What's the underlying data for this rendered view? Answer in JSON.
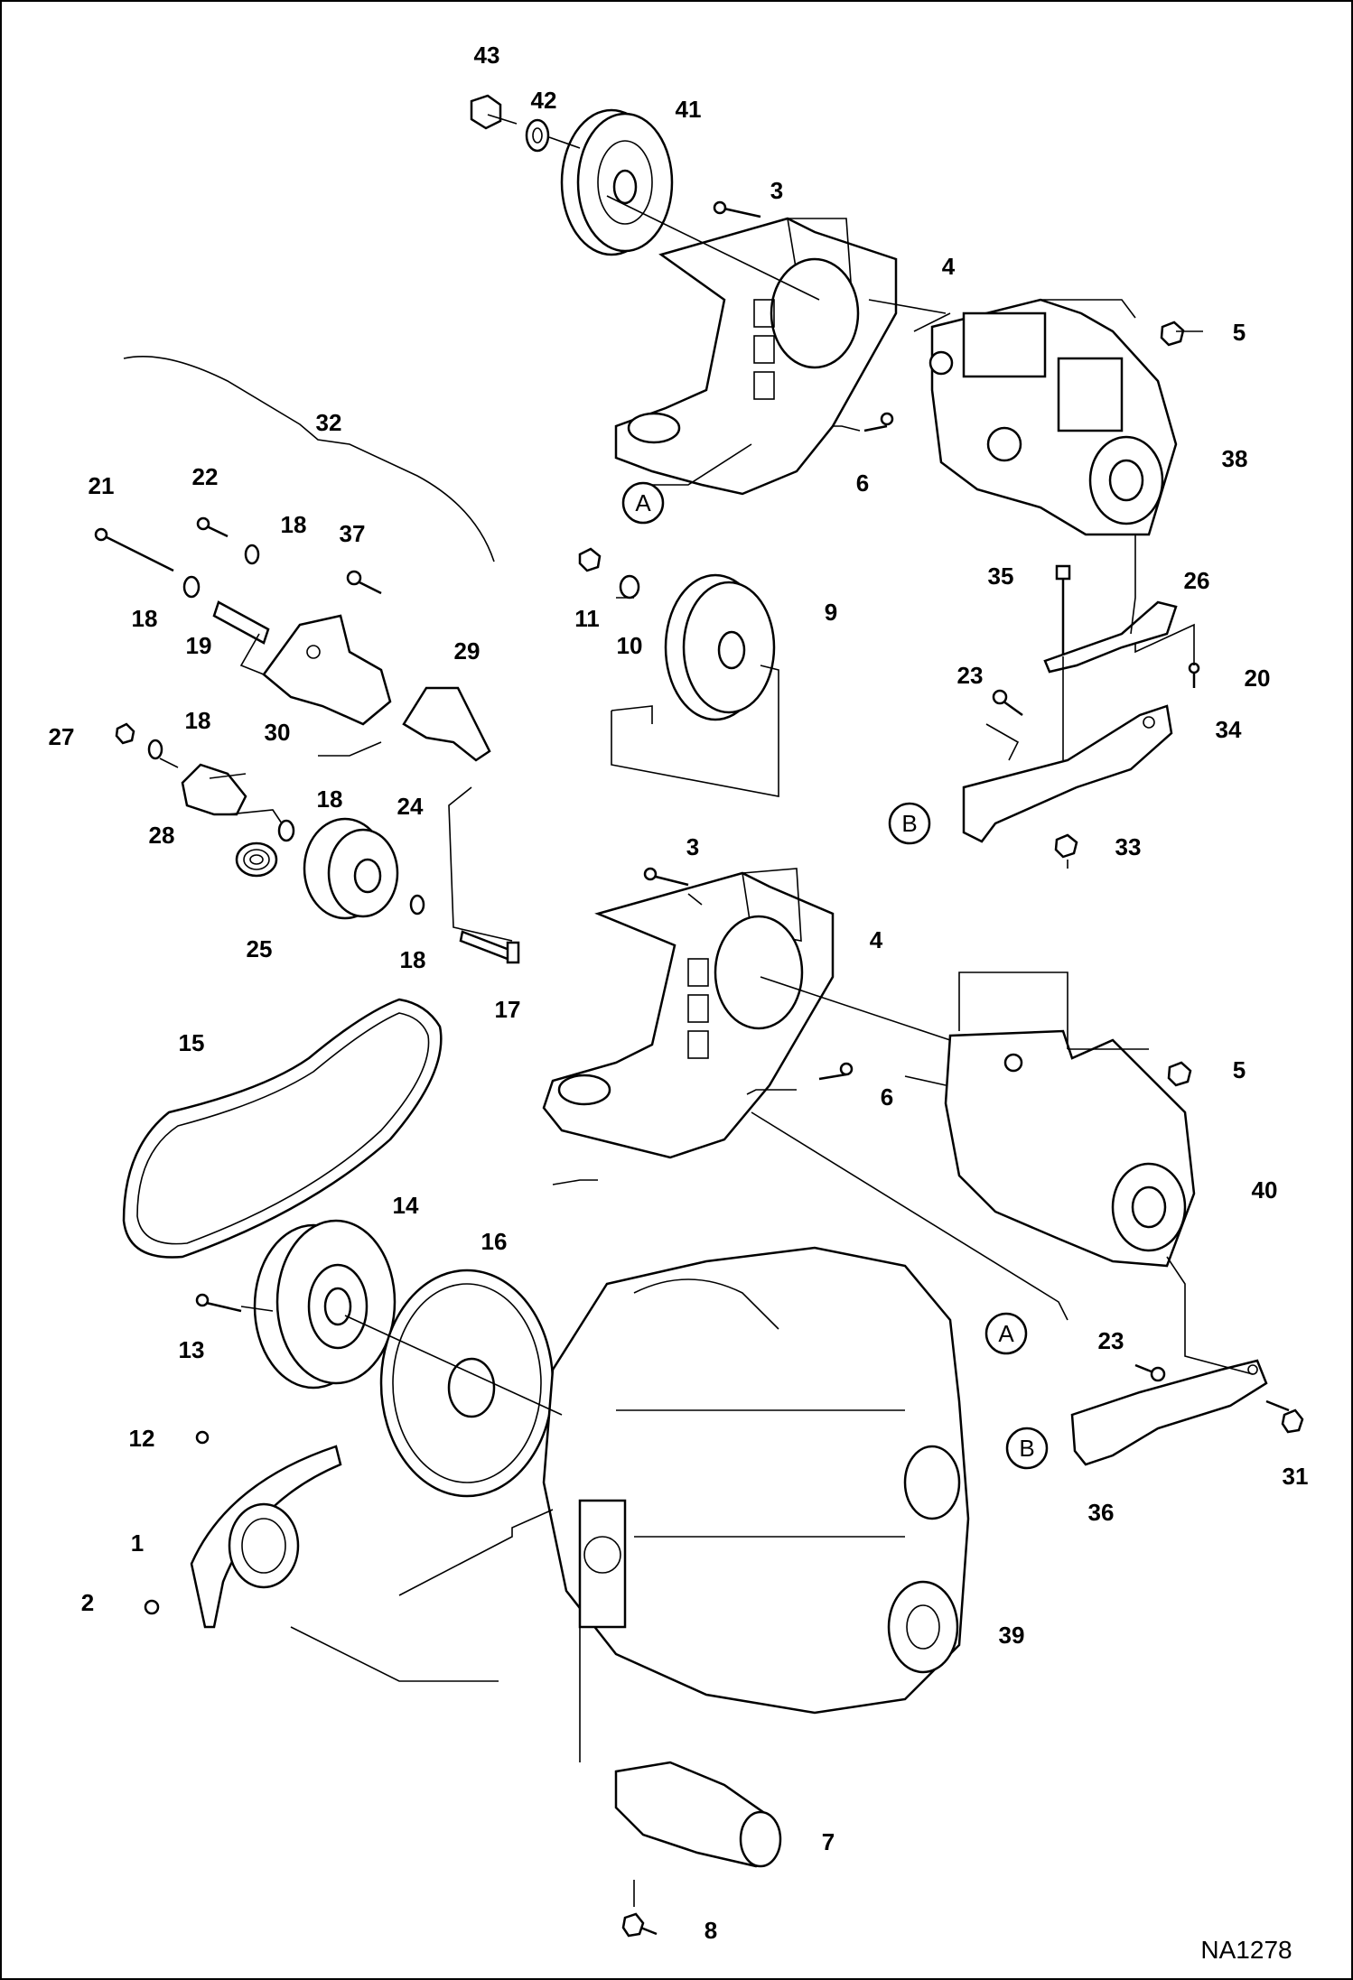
{
  "diagram": {
    "reference_code": "NA1278",
    "callouts": [
      "A",
      "B"
    ],
    "part_numbers": [
      "1",
      "2",
      "3",
      "4",
      "5",
      "6",
      "7",
      "8",
      "9",
      "10",
      "11",
      "12",
      "13",
      "14",
      "15",
      "16",
      "17",
      "18",
      "19",
      "20",
      "21",
      "22",
      "23",
      "24",
      "25",
      "26",
      "27",
      "28",
      "29",
      "30",
      "31",
      "32",
      "33",
      "34",
      "35",
      "36",
      "37",
      "38",
      "39",
      "40",
      "41",
      "42",
      "43"
    ],
    "labels": [
      {
        "id": "l43",
        "text": "43"
      },
      {
        "id": "l42",
        "text": "42"
      },
      {
        "id": "l41",
        "text": "41"
      },
      {
        "id": "l3a",
        "text": "3"
      },
      {
        "id": "l4a",
        "text": "4"
      },
      {
        "id": "l5a",
        "text": "5"
      },
      {
        "id": "l38",
        "text": "38"
      },
      {
        "id": "l6a",
        "text": "6"
      },
      {
        "id": "l32",
        "text": "32"
      },
      {
        "id": "l21",
        "text": "21"
      },
      {
        "id": "l22",
        "text": "22"
      },
      {
        "id": "l18a",
        "text": "18"
      },
      {
        "id": "l37",
        "text": "37"
      },
      {
        "id": "l18b",
        "text": "18"
      },
      {
        "id": "l19",
        "text": "19"
      },
      {
        "id": "l29",
        "text": "29"
      },
      {
        "id": "l30",
        "text": "30"
      },
      {
        "id": "l27",
        "text": "27"
      },
      {
        "id": "l18c",
        "text": "18"
      },
      {
        "id": "l18d",
        "text": "18"
      },
      {
        "id": "l24",
        "text": "24"
      },
      {
        "id": "l28",
        "text": "28"
      },
      {
        "id": "l25",
        "text": "25"
      },
      {
        "id": "l18e",
        "text": "18"
      },
      {
        "id": "l17",
        "text": "17"
      },
      {
        "id": "l11",
        "text": "11"
      },
      {
        "id": "l10",
        "text": "10"
      },
      {
        "id": "l9",
        "text": "9"
      },
      {
        "id": "l35",
        "text": "35"
      },
      {
        "id": "l26",
        "text": "26"
      },
      {
        "id": "l20",
        "text": "20"
      },
      {
        "id": "l23a",
        "text": "23"
      },
      {
        "id": "l34",
        "text": "34"
      },
      {
        "id": "l33",
        "text": "33"
      },
      {
        "id": "l3b",
        "text": "3"
      },
      {
        "id": "l4b",
        "text": "4"
      },
      {
        "id": "l5b",
        "text": "5"
      },
      {
        "id": "l6b",
        "text": "6"
      },
      {
        "id": "l40",
        "text": "40"
      },
      {
        "id": "l15",
        "text": "15"
      },
      {
        "id": "l14",
        "text": "14"
      },
      {
        "id": "l16",
        "text": "16"
      },
      {
        "id": "l13",
        "text": "13"
      },
      {
        "id": "l12",
        "text": "12"
      },
      {
        "id": "l1",
        "text": "1"
      },
      {
        "id": "l2",
        "text": "2"
      },
      {
        "id": "l23b",
        "text": "23"
      },
      {
        "id": "l31",
        "text": "31"
      },
      {
        "id": "l36",
        "text": "36"
      },
      {
        "id": "l39",
        "text": "39"
      },
      {
        "id": "l7",
        "text": "7"
      },
      {
        "id": "l8",
        "text": "8"
      }
    ]
  }
}
